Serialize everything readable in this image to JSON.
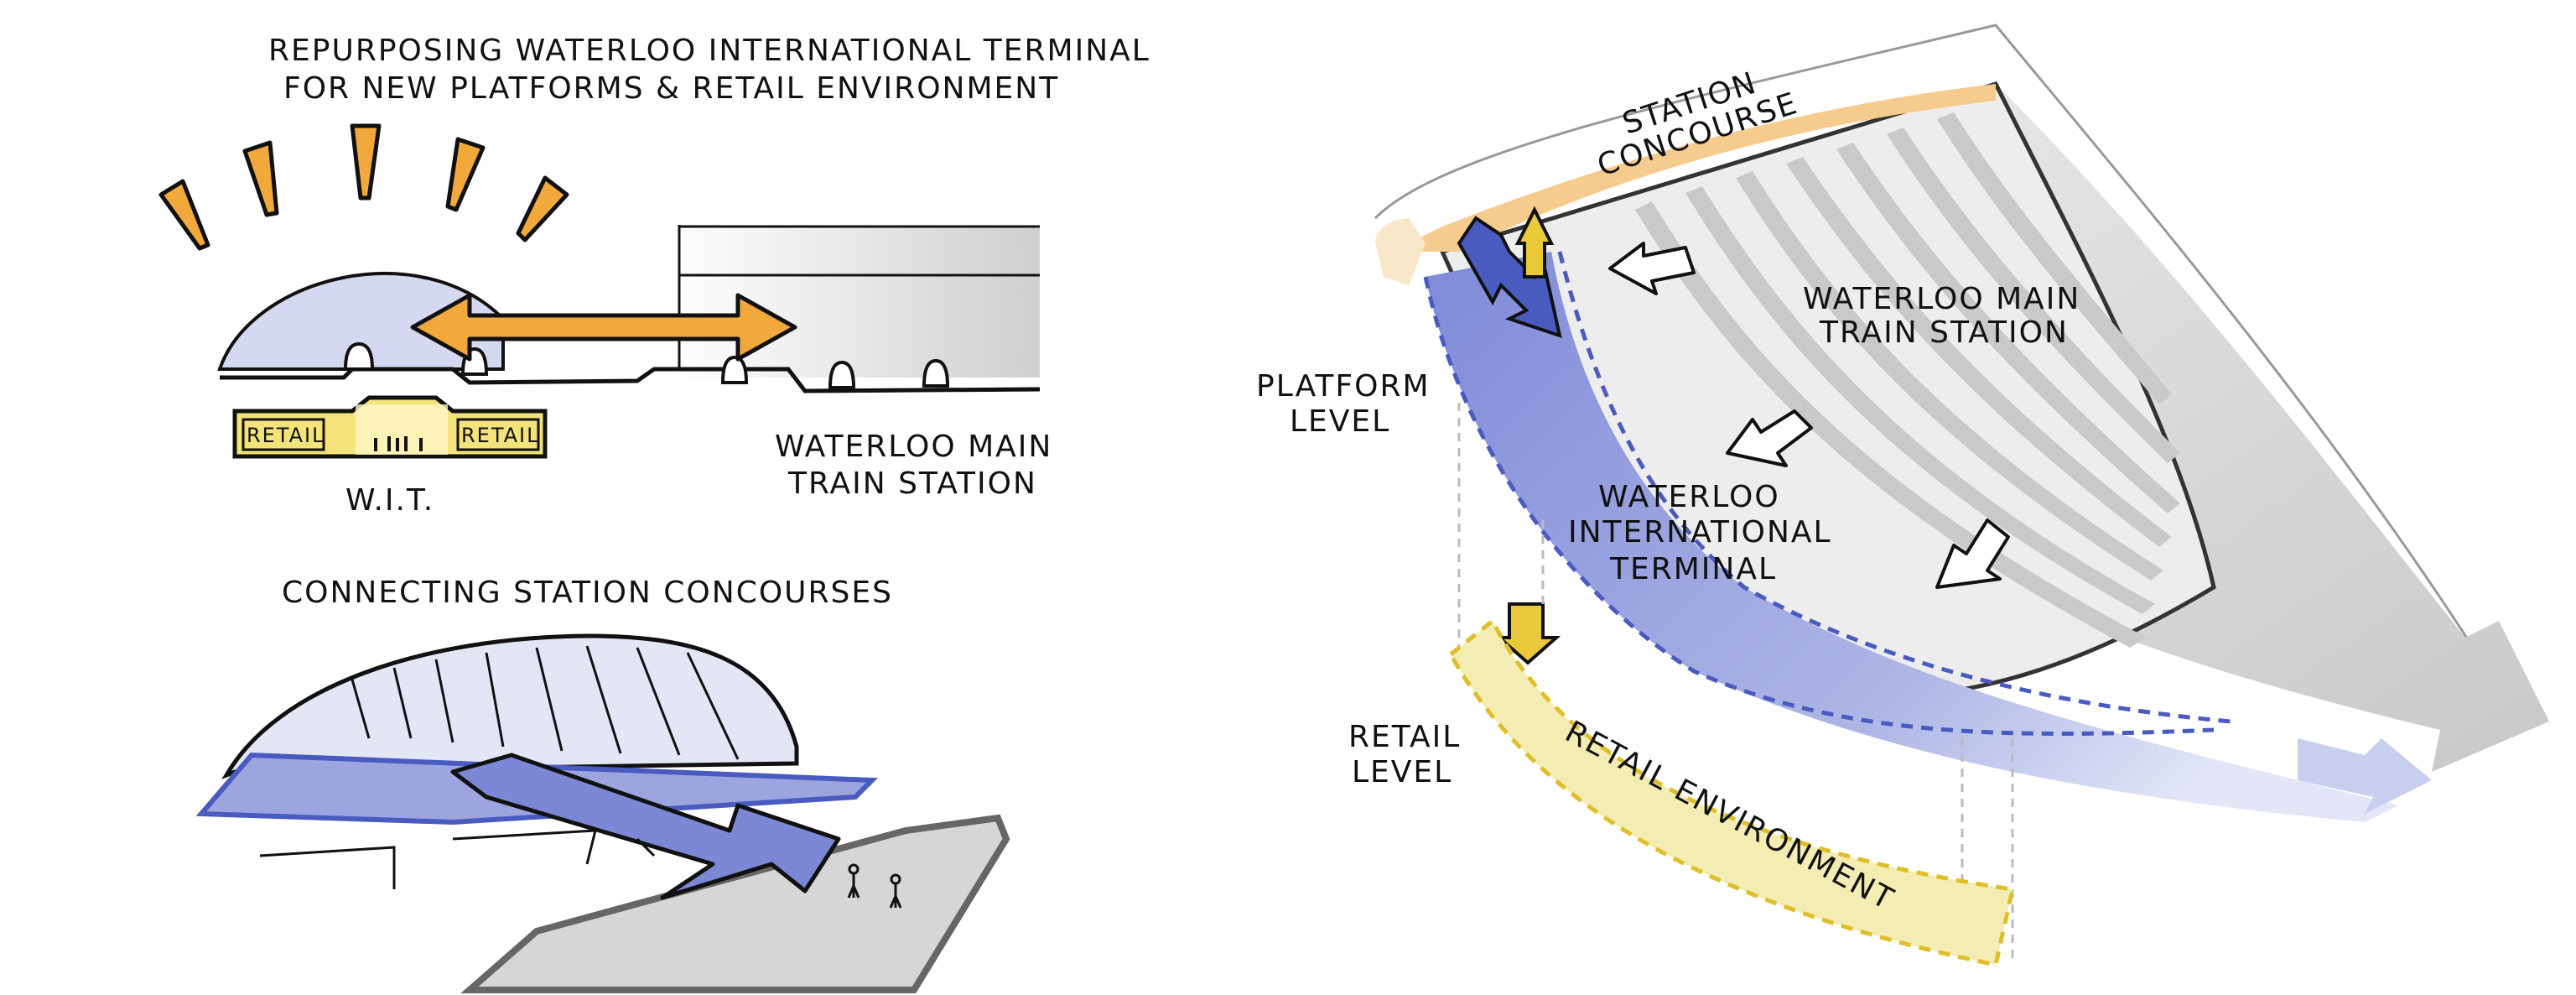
{
  "title_left": {
    "line1": "REPURPOSING WATERLOO INTERNATIONAL TERMINAL",
    "line2": "FOR NEW PLATFORMS & RETAIL ENVIRONMENT"
  },
  "section_upper_left": {
    "retail_left": "RETAIL",
    "retail_right": "RETAIL",
    "wit_label": "W.I.T.",
    "main_station_line1": "WATERLOO MAIN",
    "main_station_line2": "TRAIN STATION"
  },
  "section_lower_left": {
    "title": "CONNECTING STATION CONCOURSES"
  },
  "section_right": {
    "station_concourse_line1": "STATION",
    "station_concourse_line2": "CONCOURSE",
    "main_station_line1": "WATERLOO MAIN",
    "main_station_line2": "TRAIN STATION",
    "platform_level_line1": "PLATFORM",
    "platform_level_line2": "LEVEL",
    "wit_line1": "WATERLOO",
    "wit_line2": "INTERNATIONAL",
    "wit_line3": "TERMINAL",
    "retail_level_line1": "RETAIL",
    "retail_level_line2": "LEVEL",
    "retail_environment": "RETAIL ENVIRONMENT"
  },
  "colors": {
    "orange": "#F2A93B",
    "yellow": "#E9C93A",
    "blue": "#7C88D6",
    "light_blue": "#D4D9F1",
    "grey": "#D6D6D6",
    "pale_yellow": "#F3EDB3",
    "concourse": "#F6CB8E"
  }
}
